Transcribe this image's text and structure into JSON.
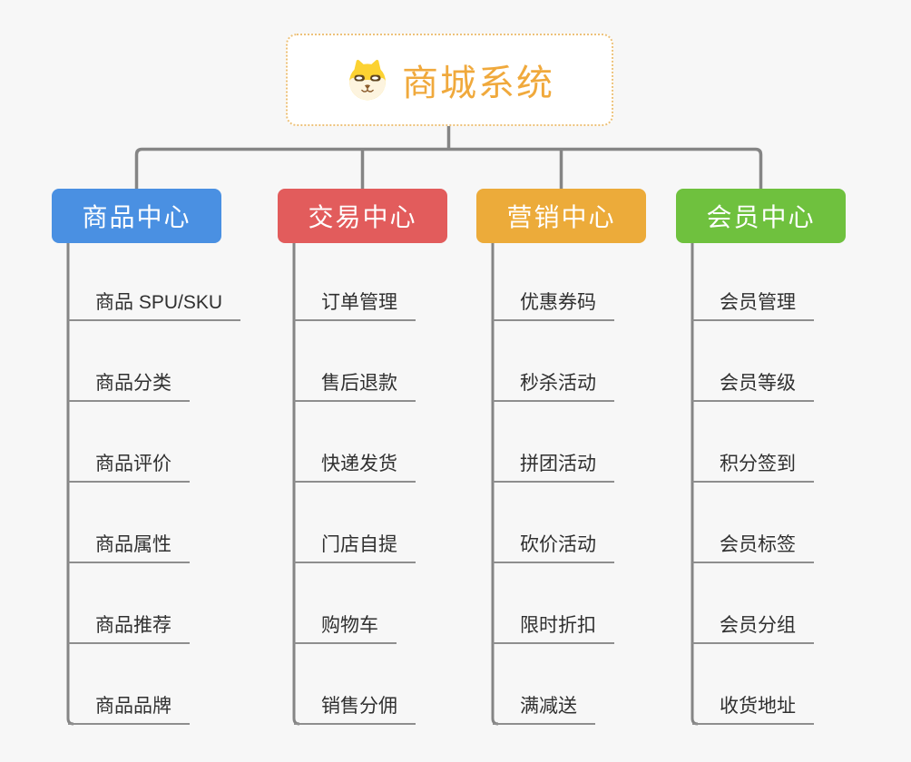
{
  "root": {
    "title": "商城系统",
    "icon": "dog-face-icon",
    "title_color": "#f0a93c",
    "border_color": "#edc27a"
  },
  "connector_color": "#858585",
  "underline_color": "#8e8e8e",
  "branches": [
    {
      "label": "商品中心",
      "color": "#4a90e2",
      "children": [
        "商品 SPU/SKU",
        "商品分类",
        "商品评价",
        "商品属性",
        "商品推荐",
        "商品品牌"
      ]
    },
    {
      "label": "交易中心",
      "color": "#e25c5c",
      "children": [
        "订单管理",
        "售后退款",
        "快递发货",
        "门店自提",
        "购物车",
        "销售分佣"
      ]
    },
    {
      "label": "营销中心",
      "color": "#ecab3a",
      "children": [
        "优惠券码",
        "秒杀活动",
        "拼团活动",
        "砍价活动",
        "限时折扣",
        "满减送"
      ]
    },
    {
      "label": "会员中心",
      "color": "#6fc13e",
      "children": [
        "会员管理",
        "会员等级",
        "积分签到",
        "会员标签",
        "会员分组",
        "收货地址"
      ]
    }
  ]
}
